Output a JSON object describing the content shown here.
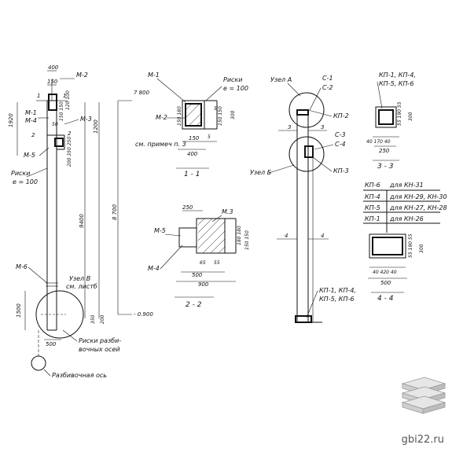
{
  "elevation": {
    "dim_top": "400",
    "dim_150": "150",
    "m2": "М-2",
    "m1": "М-1",
    "m4": "М-4",
    "m3": "М-3",
    "m5": "М-5",
    "m6": "М-6",
    "d1920": "1920",
    "d120_100": "120 100",
    "d150_150": "150 150",
    "d50": "50",
    "d200_350_250": "200 350 250",
    "d9400": "9400",
    "d1200": "1200",
    "d8700": "8 700",
    "d1500": "1500",
    "d350": "350",
    "d500": "500",
    "d200": "200",
    "lvl_top": "7 800",
    "lvl_bottom": "- 0.900",
    "risk_label": "Риски",
    "risk_e": "e = 100",
    "node_v_1": "Узел В",
    "node_v_2": "см. листб",
    "risk_bottom_1": "Риски разби-",
    "risk_bottom_2": "вочных осей",
    "axis_label": "Разбивочная ось",
    "cut1": "1",
    "cut2": "2"
  },
  "section11": {
    "m1": "М-1",
    "m2": "М-2",
    "risk": "Риски",
    "risk_e": "e = 100",
    "d150_180": "150 180",
    "d5": "5",
    "d5b": "5",
    "d150_150": "150 150",
    "d300": "300",
    "d150": "150",
    "d400": "400",
    "note": "см. примеч п. 3",
    "title": "1 - 1"
  },
  "section22": {
    "d250": "250",
    "m3": "М.3",
    "m5": "М-5",
    "m4": "М-4",
    "d180_180": "180 180",
    "d150_150": "150 150",
    "d65": "65",
    "d55": "55",
    "d500": "500",
    "d900": "900",
    "title": "2 - 2"
  },
  "nodes": {
    "uzel_a": "Узел А",
    "c1": "С-1",
    "c2": "С-2",
    "kp2": "КП-2",
    "c3": "С-3",
    "c4": "С-4",
    "kp3": "КП-3",
    "uzel_b": "Узел Б",
    "sec3a": "3",
    "sec3b": "3",
    "sec4a": "4",
    "sec4b": "4",
    "kp_bottom_1": "КП-1, КП-4,",
    "kp_bottom_2": "КП-5, КП-6"
  },
  "section33": {
    "lbl1": "КП-1, КП-4,",
    "lbl2": "КП-5, КП-6",
    "d55_190_55": "55 190 55",
    "d300": "300",
    "d40_170_40": "40 170 40",
    "d250": "250",
    "title": "3 - 3"
  },
  "table": {
    "rows": [
      {
        "kp": "КП-6",
        "text": "для  КН-31"
      },
      {
        "kp": "КП-4",
        "text": "для  КН-29, КН-30"
      },
      {
        "kp": "КП-5",
        "text": "для  КН-27, КН-28"
      },
      {
        "kp": "КП-1",
        "text": "для  КН-26"
      }
    ]
  },
  "section44": {
    "d55_190_55": "55 190 55",
    "d300": "300",
    "d40_420_40": "40 420 40",
    "d500": "500",
    "title": "4 - 4"
  },
  "watermark": "gbi22.ru"
}
